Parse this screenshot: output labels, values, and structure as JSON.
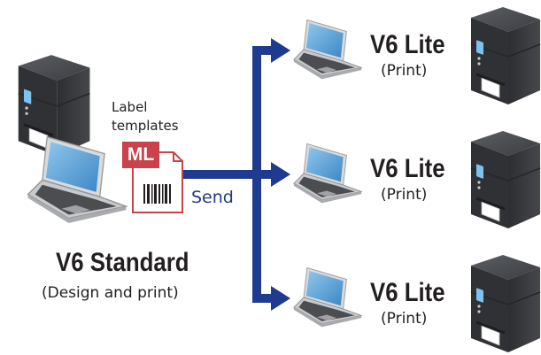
{
  "source": {
    "product": "V6 Standard",
    "role": "(Design and print)",
    "file_label_line1": "Label",
    "file_label_line2": "templates",
    "file_badge": "ML",
    "action": "Send"
  },
  "targets": [
    {
      "product": "V6 Lite",
      "role": "(Print)"
    },
    {
      "product": "V6 Lite",
      "role": "(Print)"
    },
    {
      "product": "V6 Lite",
      "role": "(Print)"
    }
  ],
  "colors": {
    "connector": "#1f3b8f",
    "badge": "#c8444a",
    "printer_body": "#3a3c40",
    "printer_top": "#4a4c50",
    "laptop_screen": "#5aa2d8",
    "text": "#231f20"
  },
  "icons": {
    "source_printer": "printer-icon",
    "source_laptop": "laptop-icon",
    "file": "label-template-file-icon",
    "target_laptop": "laptop-icon",
    "target_printer": "printer-icon"
  }
}
